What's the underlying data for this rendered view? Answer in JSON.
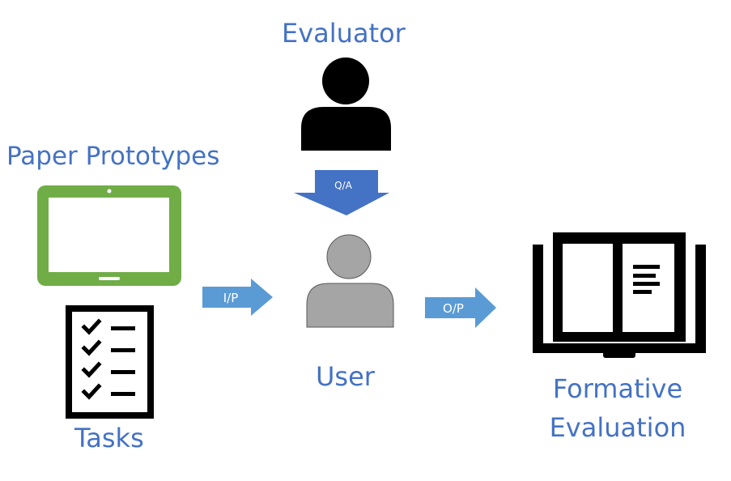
{
  "labels": {
    "evaluator": "Evaluator",
    "paper_prototypes": "Paper Prototypes",
    "user": "User",
    "tasks": "Tasks",
    "formative_line1": "Formative",
    "formative_line2": "Evaluation"
  },
  "arrows": {
    "qa": "Q/A",
    "input": "I/P",
    "output": "O/P"
  },
  "icons": {
    "evaluator": "person-icon",
    "user": "person-icon",
    "tablet": "tablet-icon",
    "checklist": "checklist-icon",
    "book": "open-book-icon"
  },
  "colors": {
    "label_text": "#4472C4",
    "arrow_fill": "#5B9BD5",
    "tablet": "#70AD47",
    "user": "#A5A5A5",
    "evaluator": "#000000"
  }
}
